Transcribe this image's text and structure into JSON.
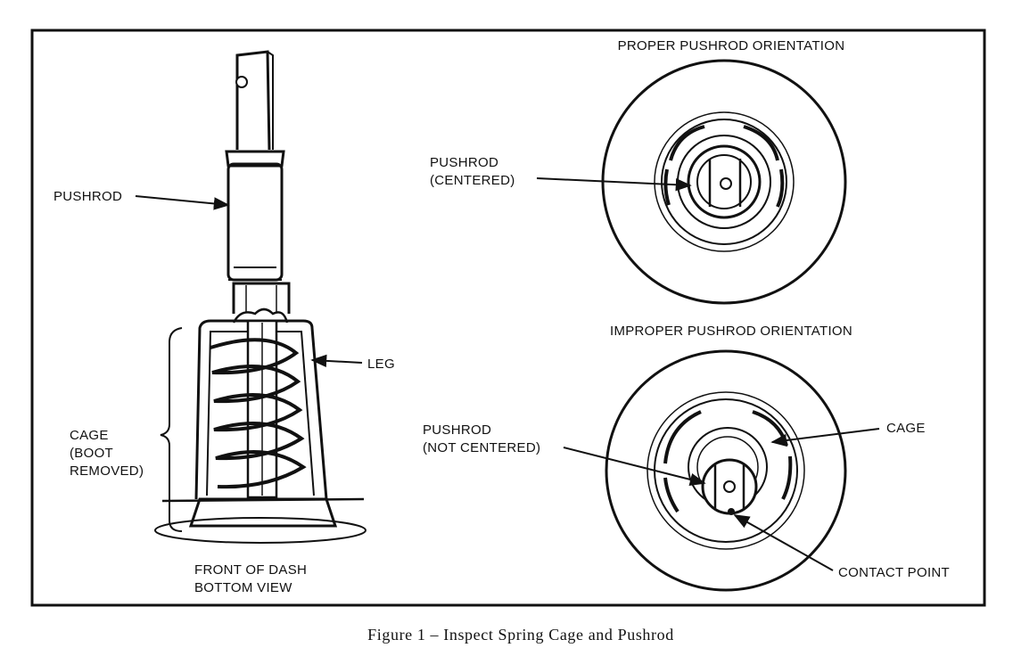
{
  "left_panel": {
    "labels": {
      "pushrod": "PUSHROD",
      "leg": "LEG",
      "cage_line1": "CAGE",
      "cage_line2": "(BOOT",
      "cage_line3": "REMOVED)",
      "view_line1": "FRONT OF DASH",
      "view_line2": "BOTTOM VIEW"
    }
  },
  "proper": {
    "title": "PROPER PUSHROD ORIENTATION",
    "pushrod_line1": "PUSHROD",
    "pushrod_line2": "(CENTERED)"
  },
  "improper": {
    "title": "IMPROPER PUSHROD ORIENTATION",
    "pushrod_line1": "PUSHROD",
    "pushrod_line2": "(NOT CENTERED)",
    "cage": "CAGE",
    "contact_point": "CONTACT POINT"
  },
  "caption": "Figure 1 – Inspect Spring Cage and Pushrod"
}
